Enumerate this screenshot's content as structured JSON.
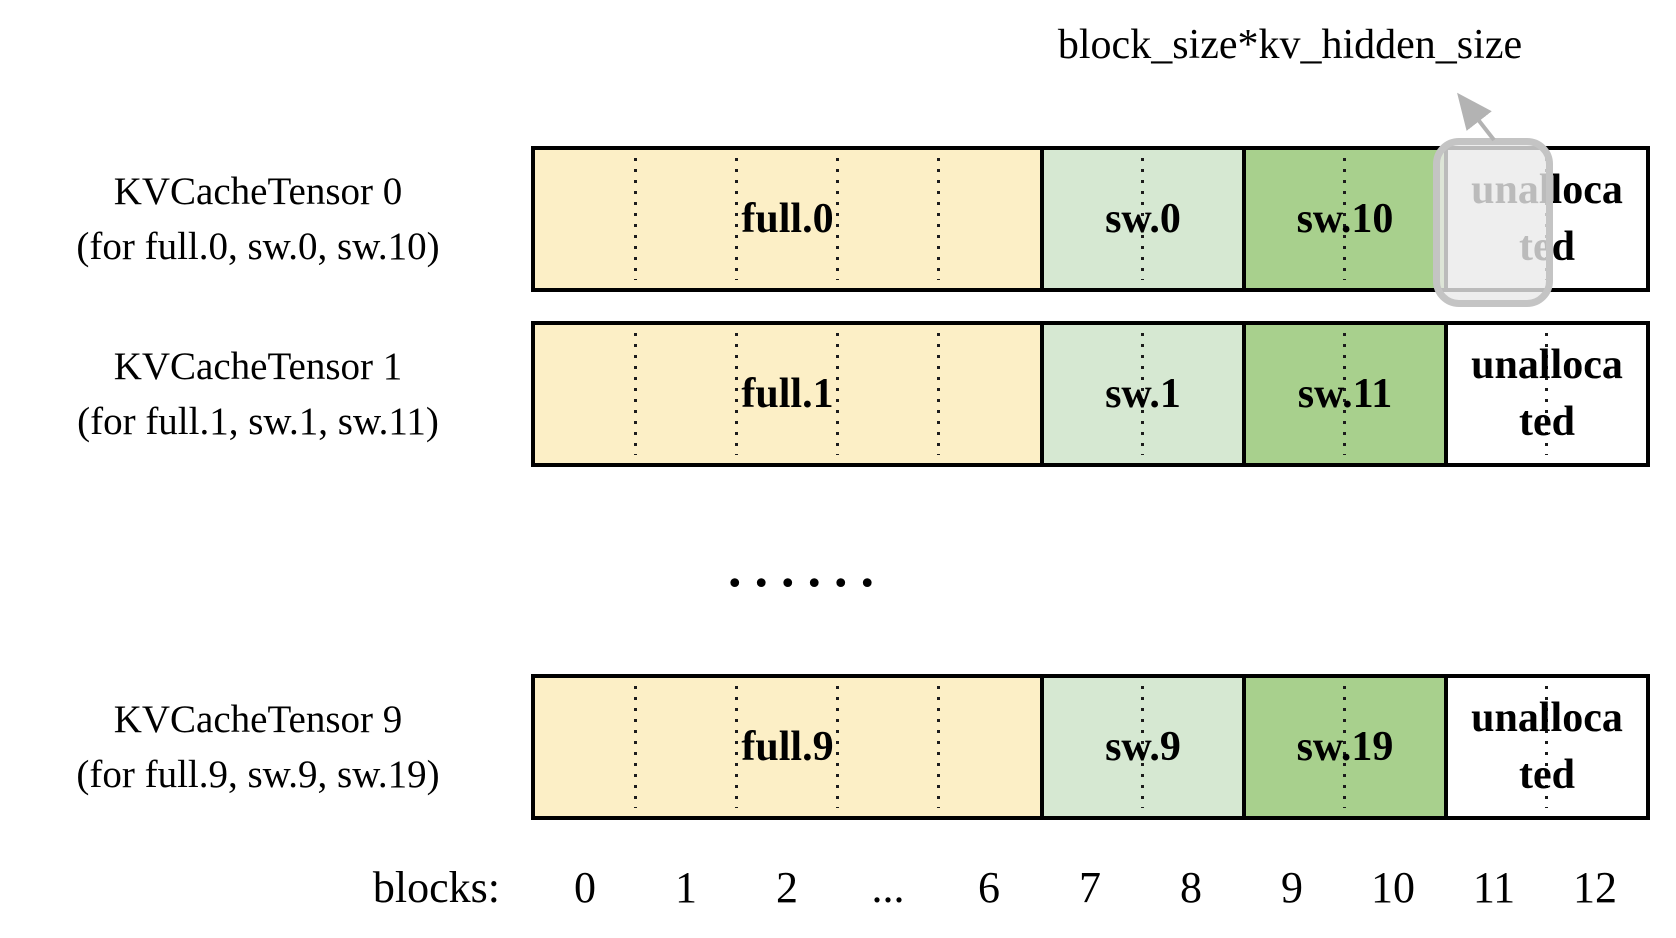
{
  "annotation": {
    "label": "block_size*kv_hidden_size"
  },
  "rows": [
    {
      "title": "KVCacheTensor 0",
      "subtitle": "(for full.0, sw.0, sw.10)",
      "full": "full.0",
      "sw": "sw.0",
      "sw2": "sw.10"
    },
    {
      "title": "KVCacheTensor 1",
      "subtitle": "(for full.1, sw.1, sw.11)",
      "full": "full.1",
      "sw": "sw.1",
      "sw2": "sw.11"
    },
    {
      "title": "KVCacheTensor 9",
      "subtitle": "(for full.9, sw.9, sw.19)",
      "full": "full.9",
      "sw": "sw.9",
      "sw2": "sw.19"
    }
  ],
  "unallocated": {
    "line1": "unalloca",
    "line2": "ted"
  },
  "separator": {
    "dots": "......"
  },
  "axis": {
    "label": "blocks:",
    "ticks": [
      "0",
      "1",
      "2",
      "...",
      "6",
      "7",
      "8",
      "9",
      "10",
      "11",
      "12"
    ]
  },
  "colors": {
    "full_bg": "#FCEFC6",
    "sw_bg": "#D6E8D2",
    "sw2_bg": "#A8D08D",
    "unallocated_bg": "#FFFFFF",
    "highlight_fill": "#E9E9E9",
    "highlight_border": "#C4C4C4",
    "arrow": "#B3B3B3",
    "outline": "#000000"
  }
}
